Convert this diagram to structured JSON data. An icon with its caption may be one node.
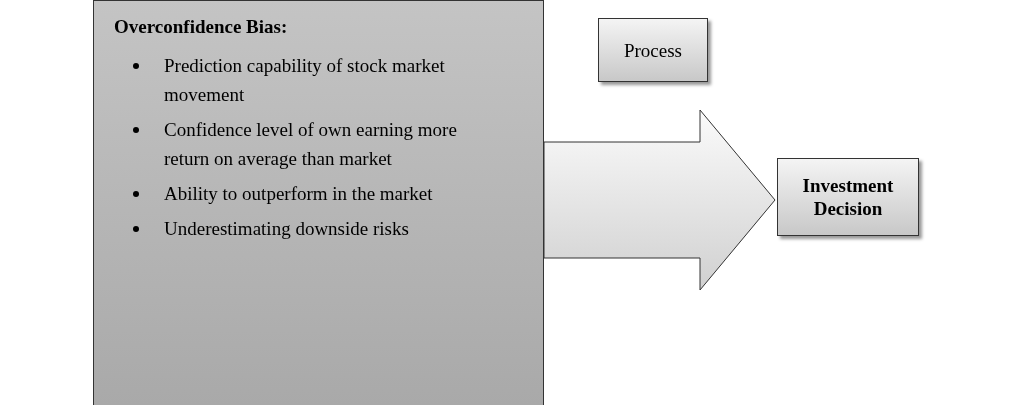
{
  "diagram": {
    "nodes": [
      {
        "text": [
          "Overconfidence Bias:",
          "Prediction capability of stock market movement",
          "Confidence level of own earning more return on average than market",
          "Ability to outperform in the market",
          "Underestimating downside risks"
        ]
      },
      {
        "text": [
          "Process"
        ]
      },
      {
        "text": [
          "Investment Decision"
        ]
      }
    ],
    "edges": [
      {
        "from": 0,
        "to": 2,
        "arrow": "to",
        "style": "thick"
      }
    ]
  }
}
